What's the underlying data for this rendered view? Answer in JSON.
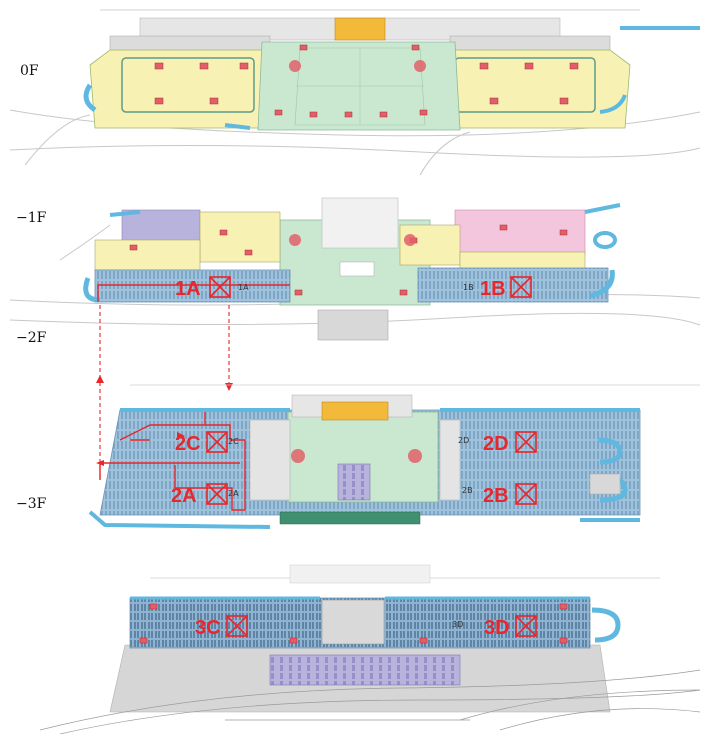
{
  "floors": [
    {
      "id": "0F",
      "label": "0F"
    },
    {
      "id": "-1F",
      "label": "−1F"
    },
    {
      "id": "-2F",
      "label": "−2F"
    },
    {
      "id": "-3F",
      "label": "−3F"
    }
  ],
  "zones": {
    "z1A": {
      "label": "1A",
      "tag": "1A"
    },
    "z1B": {
      "label": "1B",
      "tag": "1B"
    },
    "z2C": {
      "label": "2C",
      "tag": "2C"
    },
    "z2A": {
      "label": "2A",
      "tag": "2A"
    },
    "z2D": {
      "label": "2D",
      "tag": "2D"
    },
    "z2B": {
      "label": "2B",
      "tag": "2B"
    },
    "z3C": {
      "label": "3C",
      "tag": ""
    },
    "z3D": {
      "label": "3D",
      "tag": "3D"
    }
  },
  "colors": {
    "parking_yellow": "#f7f2b4",
    "plaza_green": "#c9e8cf",
    "parking_blue": "#9fc3dc",
    "road_cyan": "#5fb8e0",
    "pink": "#f4c6dd",
    "purple": "#b8b3dc",
    "orange": "#f2b93a",
    "gray": "#d9d9d9",
    "marker_red": "#e8262c"
  }
}
